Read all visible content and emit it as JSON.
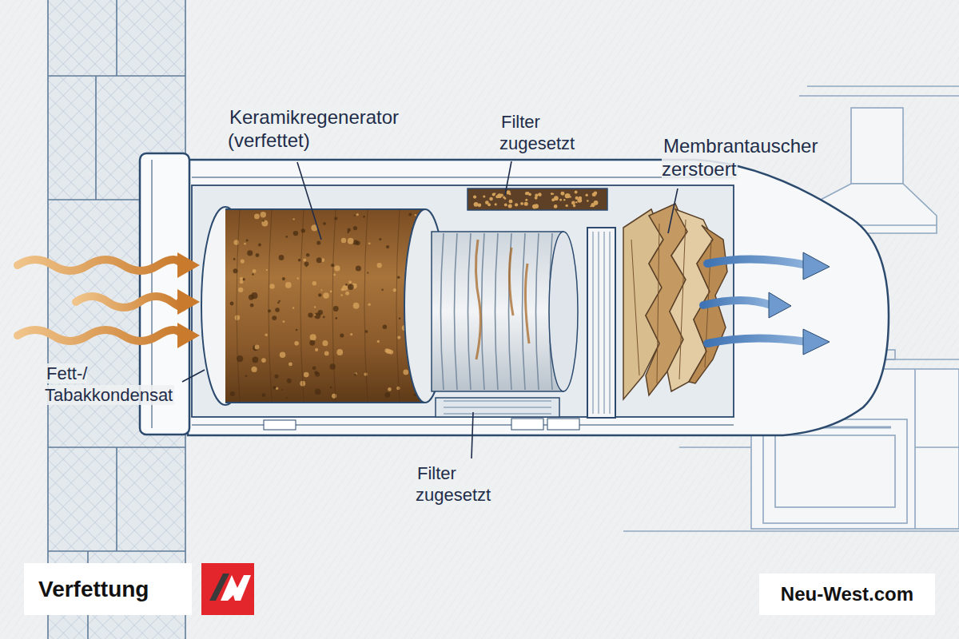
{
  "diagram": {
    "nodes": [
      {
        "text": [
          "Verfettung"
        ]
      },
      {
        "text": [
          "Neu-West.com"
        ]
      }
    ],
    "labels": [
      "Keramikregenerator (verfettet)",
      "Filter zugesetzt",
      "Membrantauscher zerstoert",
      "Fett-/ Tabakkondensat",
      "Filter zugesetzt"
    ]
  }
}
